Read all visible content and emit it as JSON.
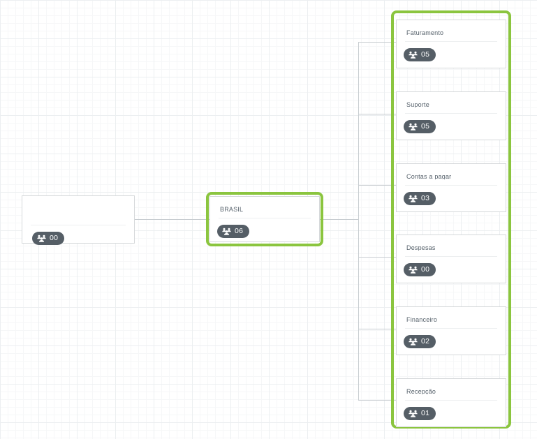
{
  "canvas": {
    "background_color": "#ffffff",
    "grid_minor_color": "#f6f7f8",
    "grid_major_color": "#eceff1",
    "accent_color": "#8bc53f",
    "badge_color": "#555e66",
    "line_color": "#c8cdd1"
  },
  "icons": {
    "people": "people-group-icon"
  },
  "nodes": {
    "root": {
      "title": "",
      "count": "00",
      "selected": false
    },
    "brasil": {
      "title": "BRASIL",
      "count": "06",
      "selected": true
    }
  },
  "children": [
    {
      "title": "Faturamento",
      "count": "05"
    },
    {
      "title": "Suporte",
      "count": "05"
    },
    {
      "title": "Contas a pagar",
      "count": "03"
    },
    {
      "title": "Despesas",
      "count": "00"
    },
    {
      "title": "Financeiro",
      "count": "02"
    },
    {
      "title": "Recepção",
      "count": "01"
    }
  ]
}
